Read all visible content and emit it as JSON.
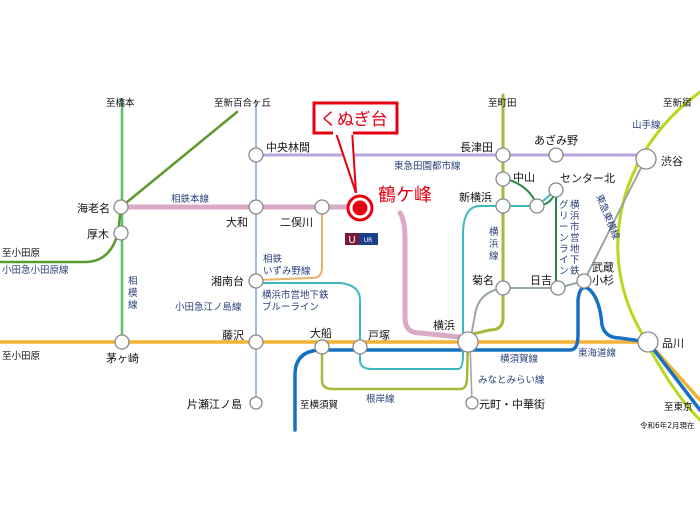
{
  "callout": {
    "label": "くぬぎ台",
    "station": "鶴ケ峰",
    "logo_text": "UR"
  },
  "directions": {
    "hashimoto": "至橋本",
    "shinyurigaoka": "至新百合ヶ丘",
    "machida": "至町田",
    "shinjuku": "至新宿",
    "odawara_odakyu": "至小田原",
    "odawara_tokaido": "至小田原",
    "yokosuka": "至横須賀",
    "tokyo": "至東京"
  },
  "stations": {
    "ebina": "海老名",
    "atsugi": "厚木",
    "yamato": "大和",
    "futamatagawa": "二俣川",
    "chuorinkan": "中央林間",
    "nagatsuta": "長津田",
    "azamino": "あざみ野",
    "shibuya": "渋谷",
    "nakayama": "中山",
    "center_kita": "センター北",
    "shinyokohama": "新横浜",
    "shonandai": "湘南台",
    "kikuna": "菊名",
    "hiyoshi": "日吉",
    "musashikosugi": "武蔵\n小杉",
    "musashikosugi_1": "武蔵",
    "musashikosugi_2": "小杉",
    "chigasaki": "茅ヶ崎",
    "fujisawa": "藤沢",
    "ofuna": "大船",
    "totsuka": "戸塚",
    "yokohama": "横浜",
    "shinagawa": "品川",
    "katase_enoshima": "片瀬江ノ島",
    "motomachi": "元町・中華街"
  },
  "lines": {
    "sotetsu_main": "相鉄本線",
    "denentoshi": "東急田園都市線",
    "odakyu_odawara": "小田急小田原線",
    "sagami": [
      "相",
      "模",
      "線"
    ],
    "izumino_1": "相鉄",
    "izumino_2": "いずみ野線",
    "blue_1": "横浜市営地下鉄",
    "blue_2": "ブルーライン",
    "enoshima": "小田急江ノ島線",
    "yokohama_line": [
      "横",
      "浜",
      "線"
    ],
    "green_1": [
      "横",
      "浜",
      "市",
      "営",
      "地",
      "下",
      "鉄"
    ],
    "green_2": [
      "グ",
      "リ",
      "ー",
      "ン",
      "ラ",
      "イ",
      "ン"
    ],
    "toyoko": "東急東横線",
    "yamanote": "山手線",
    "yokosuka": "横須賀線",
    "tokaido": "東海道線",
    "minatomirai": "みなとみらい線",
    "negishi": "根岸線"
  },
  "colors": {
    "accent": "#e60012",
    "sotetsu": "#d9a9c6",
    "denentoshi": "#b9a4dc",
    "sagami": "#5cbf6a",
    "odakyu": "#5a9a2a",
    "enoshima": "#7aa6dc",
    "izumino": "#e3b46a",
    "blue_line": "#3db8c0",
    "yokohama_line": "#a7b93a",
    "green_line": "#228a4a",
    "toyoko": "#97a6a6",
    "yamanote": "#b9d81c",
    "yokosuka": "#1670c4",
    "tokaido": "#f2b233"
  },
  "note": "令和6年2月現在"
}
